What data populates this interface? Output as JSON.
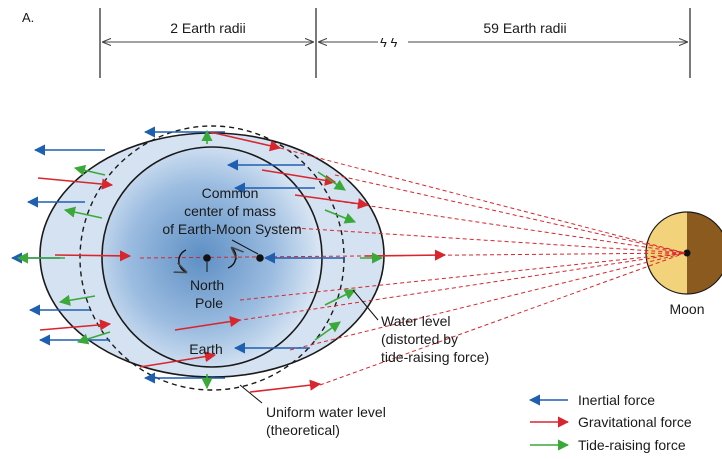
{
  "panel_label": "A.",
  "scale": {
    "earth_span": "2 Earth radii",
    "moon_span": "59 Earth radii",
    "break_mark": "ϟ ϟ"
  },
  "labels": {
    "center_of_mass": [
      "Common",
      "center of mass",
      "of Earth-Moon System"
    ],
    "north_pole": [
      "North",
      "Pole"
    ],
    "earth": "Earth",
    "moon": "Moon",
    "water_level": [
      "Water level",
      "(distorted by",
      "tide-raising force)"
    ],
    "uniform_level": [
      "Uniform water level",
      "(theoretical)"
    ]
  },
  "legend": [
    {
      "label": "Inertial force",
      "color": "#1f5fb0"
    },
    {
      "label": "Gravitational force",
      "color": "#d8262e"
    },
    {
      "label": "Tide-raising force",
      "color": "#3aa93a"
    }
  ],
  "colors": {
    "inertial": "#1f5fb0",
    "gravitational": "#d8262e",
    "tide": "#3aa93a",
    "moon_light": "#f2d27a",
    "moon_dark": "#8a5a1e"
  }
}
